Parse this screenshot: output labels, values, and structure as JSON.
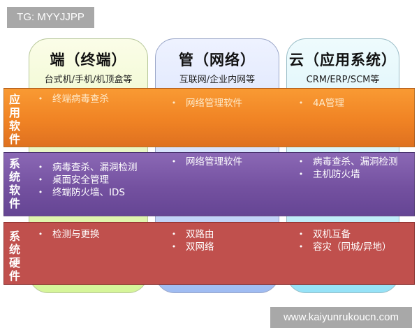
{
  "watermarks": {
    "top": "TG: MYYJJPP",
    "bottom": "www.kaiyunrukoucn.com"
  },
  "columns": [
    {
      "title": "端（终端）",
      "subtitle": "台式机/手机/机顶盒等",
      "color": "#e4f5b6"
    },
    {
      "title": "管（网络）",
      "subtitle": "互联网/企业内网等",
      "color": "#cfdcfa"
    },
    {
      "title": "云（应用系统）",
      "subtitle": "CRM/ERP/SCM等",
      "color": "#d1f1fa"
    }
  ],
  "bands": [
    {
      "label": [
        "应",
        "用",
        "软",
        "件"
      ],
      "color": "#f08324",
      "cells": [
        [
          "终端病毒查杀"
        ],
        [
          "网络管理软件"
        ],
        [
          "4A管理"
        ]
      ]
    },
    {
      "label": [
        "系",
        "统",
        "软",
        "件"
      ],
      "color": "#7451a0",
      "cells": [
        [
          "病毒查杀、漏洞检测",
          "桌面安全管理",
          "终端防火墙、IDS"
        ],
        [
          "网络管理软件"
        ],
        [
          "病毒查杀、漏洞检测",
          "主机防火墙"
        ]
      ]
    },
    {
      "label": [
        "系",
        "统",
        "硬",
        "件"
      ],
      "color": "#c0504d",
      "cells": [
        [
          "检测与更换"
        ],
        [
          "双路由",
          "双网络"
        ],
        [
          "双机互备",
          "容灾（同城/异地）"
        ]
      ]
    }
  ],
  "bullet_glyph": "•"
}
